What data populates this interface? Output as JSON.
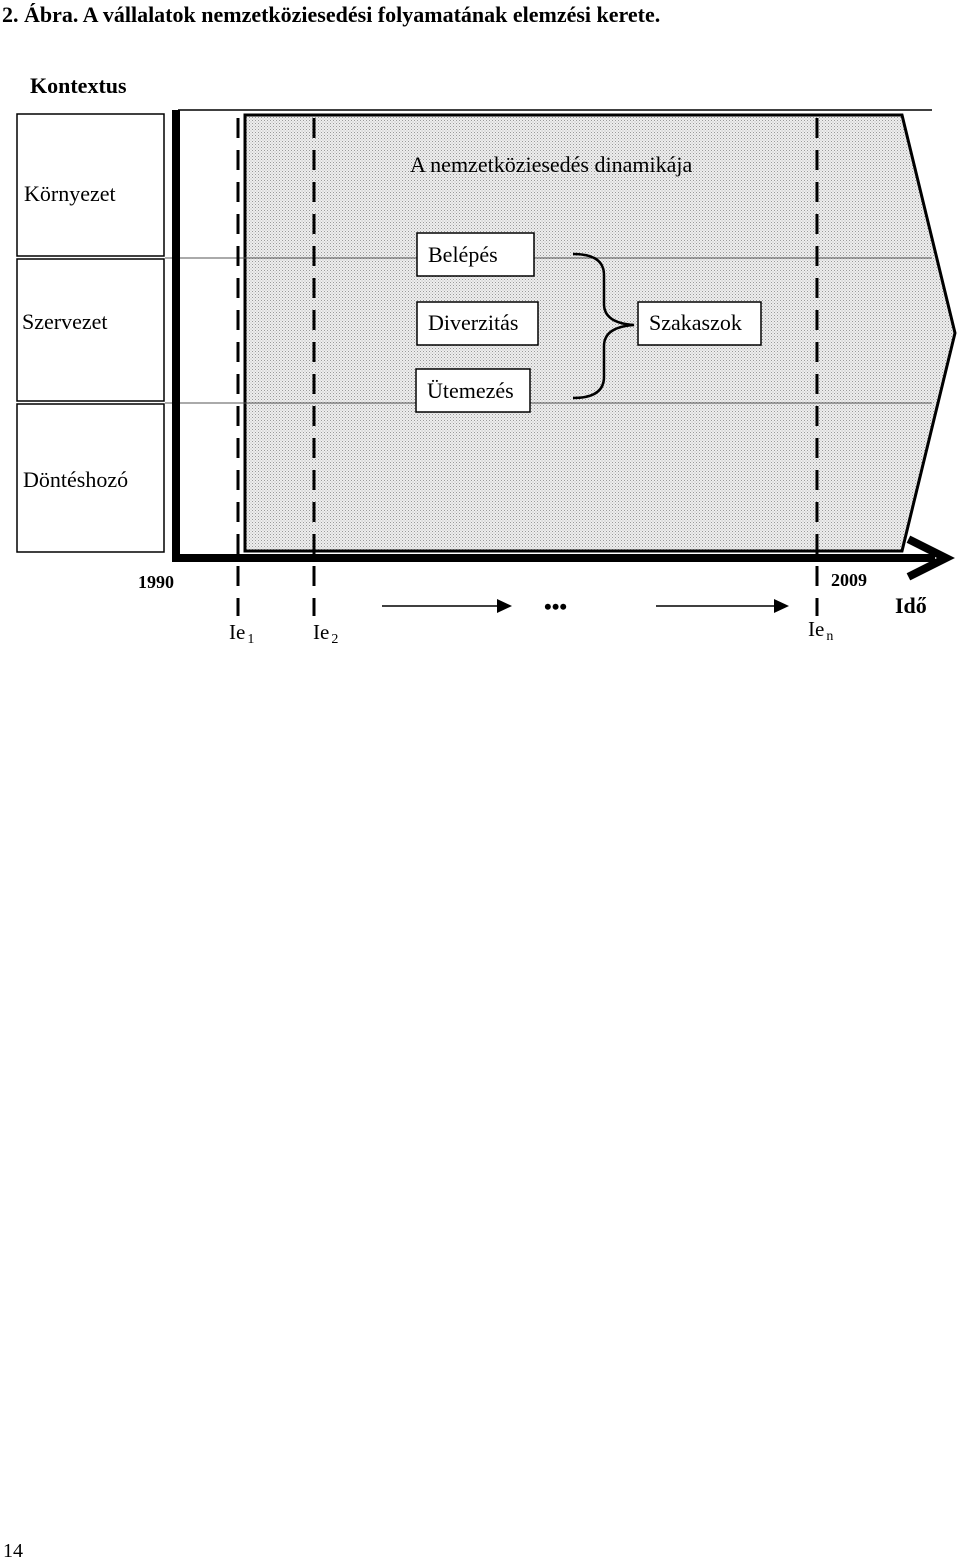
{
  "caption": "2. Ábra. A vállalatok nemzetköziesedési folyamatának elemzési kerete.",
  "page_number": "14",
  "diagram": {
    "context_title": "Kontextus",
    "context_layers": [
      "Környezet",
      "Szervezet",
      "Döntéshozó"
    ],
    "dynamics_title": "A nemzetköziesedés dinamikája",
    "process_steps": [
      "Belépés",
      "Diverzitás",
      "Ütemezés"
    ],
    "stages_label": "Szakaszok",
    "start_year": "1990",
    "end_year": "2009",
    "time_label": "Idő",
    "ellipsis": "•••",
    "milestones": [
      {
        "base": "Ie",
        "sub": "1"
      },
      {
        "base": "Ie",
        "sub": "2"
      },
      {
        "base": "Ie",
        "sub": "n"
      }
    ]
  }
}
